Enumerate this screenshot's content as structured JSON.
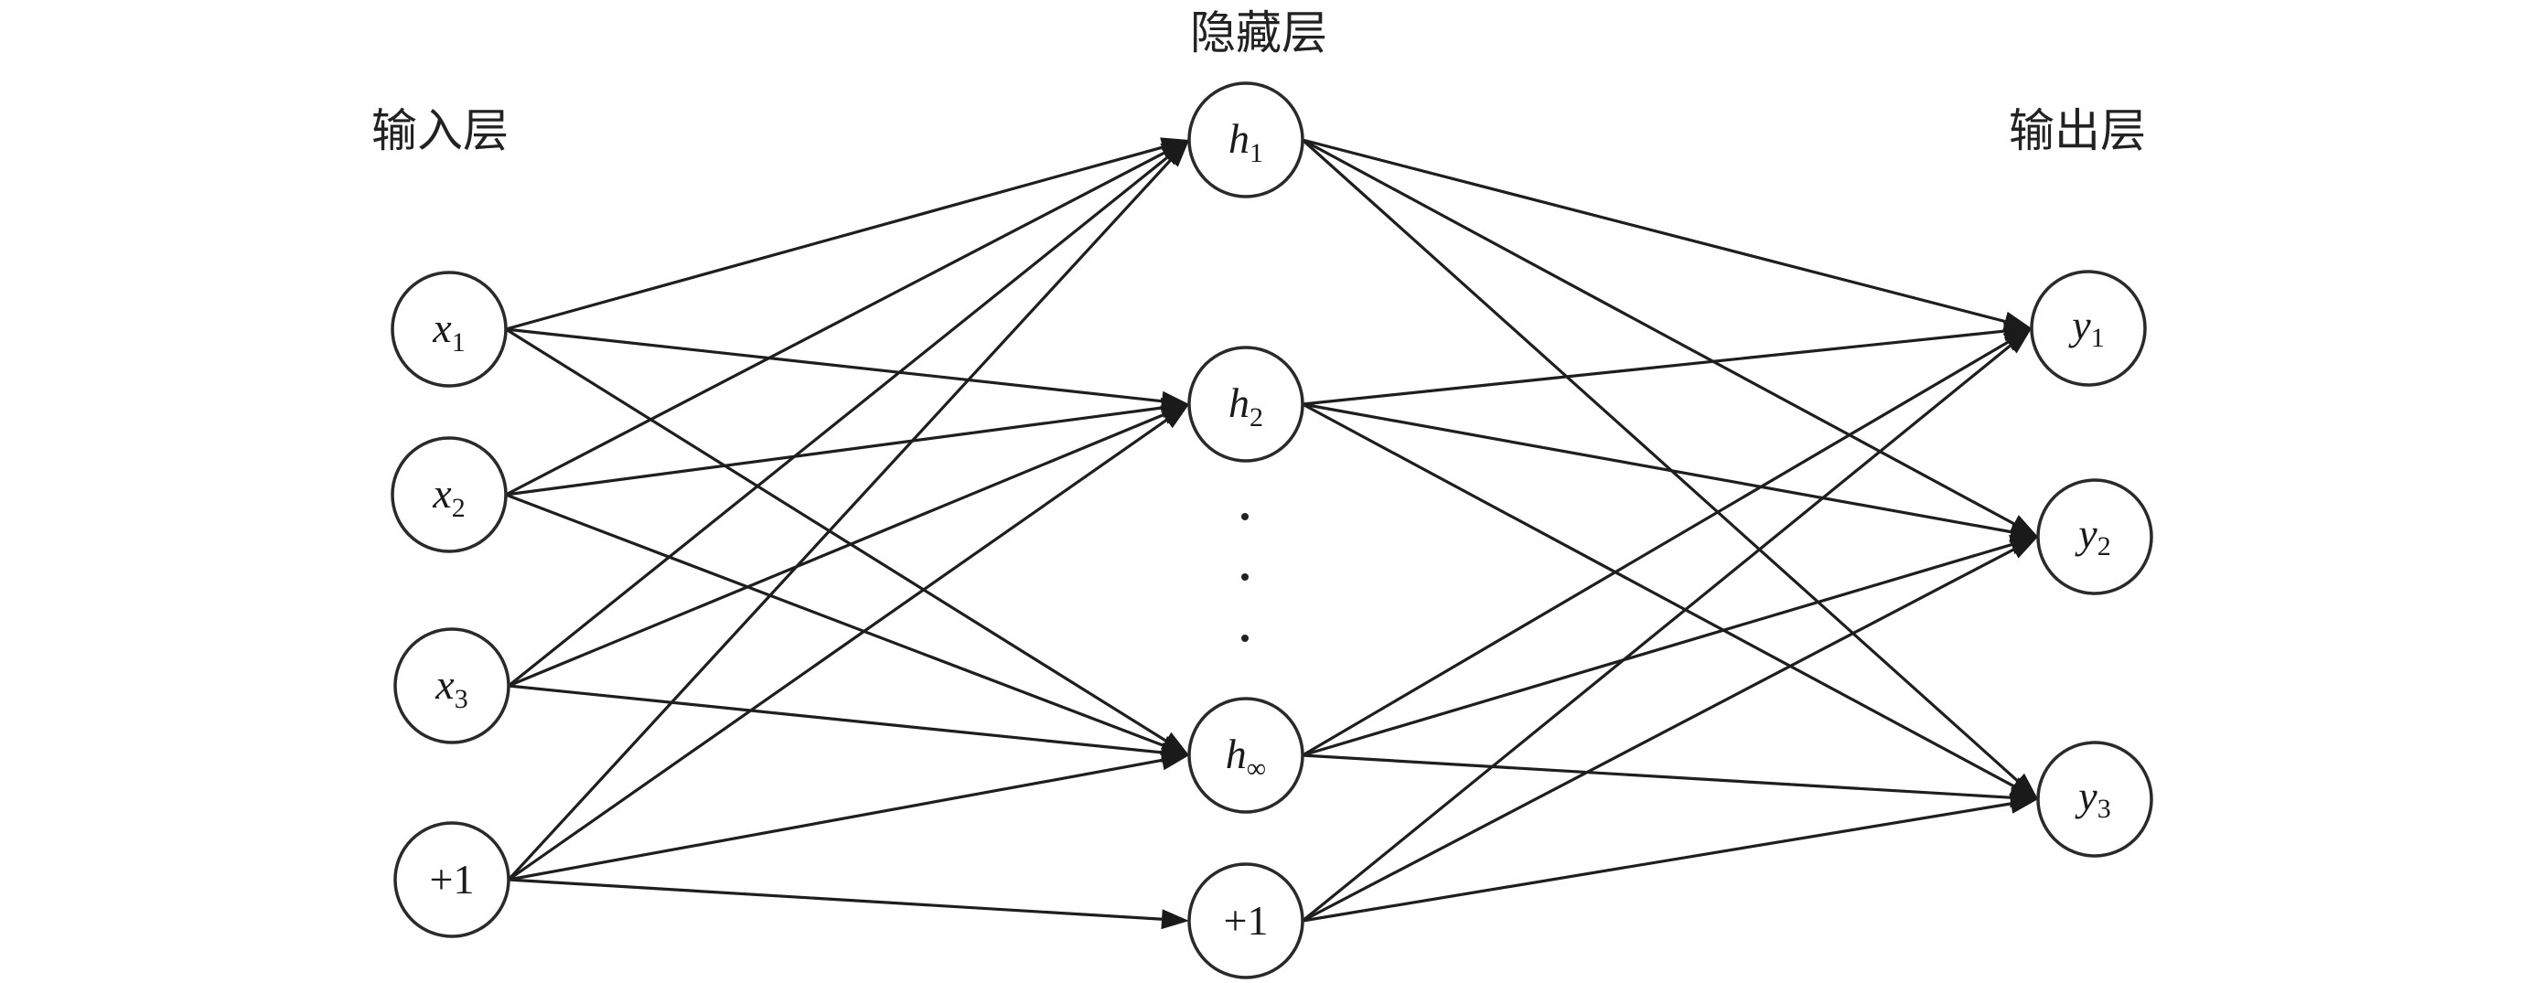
{
  "layers": [
    {
      "id": "input",
      "title": "输入层",
      "nodes": [
        {
          "id": "x1",
          "var": "x",
          "sub": "1"
        },
        {
          "id": "x2",
          "var": "x",
          "sub": "2"
        },
        {
          "id": "x3",
          "var": "x",
          "sub": "3"
        },
        {
          "id": "in_bias",
          "const": "+1"
        }
      ]
    },
    {
      "id": "hidden",
      "title": "隐藏层",
      "nodes": [
        {
          "id": "h1",
          "var": "h",
          "sub": "1"
        },
        {
          "id": "h2",
          "var": "h",
          "sub": "2"
        },
        {
          "id": "hinf",
          "var": "h",
          "sub": "∞"
        },
        {
          "id": "hid_bias",
          "const": "+1"
        }
      ],
      "ellipsis": "⋮"
    },
    {
      "id": "output",
      "title": "输出层",
      "nodes": [
        {
          "id": "y1",
          "var": "y",
          "sub": "1"
        },
        {
          "id": "y2",
          "var": "y",
          "sub": "2"
        },
        {
          "id": "y3",
          "var": "y",
          "sub": "3"
        }
      ]
    }
  ],
  "edges": [
    [
      "x1",
      "h1"
    ],
    [
      "x1",
      "h2"
    ],
    [
      "x1",
      "hinf"
    ],
    [
      "x2",
      "h1"
    ],
    [
      "x2",
      "h2"
    ],
    [
      "x2",
      "hinf"
    ],
    [
      "x3",
      "h1"
    ],
    [
      "x3",
      "h2"
    ],
    [
      "x3",
      "hinf"
    ],
    [
      "in_bias",
      "h1"
    ],
    [
      "in_bias",
      "h2"
    ],
    [
      "in_bias",
      "hinf"
    ],
    [
      "in_bias",
      "hid_bias"
    ],
    [
      "h1",
      "y1"
    ],
    [
      "h1",
      "y2"
    ],
    [
      "h1",
      "y3"
    ],
    [
      "h2",
      "y1"
    ],
    [
      "h2",
      "y2"
    ],
    [
      "h2",
      "y3"
    ],
    [
      "hinf",
      "y1"
    ],
    [
      "hinf",
      "y2"
    ],
    [
      "hinf",
      "y3"
    ],
    [
      "hid_bias",
      "y1"
    ],
    [
      "hid_bias",
      "y2"
    ],
    [
      "hid_bias",
      "y3"
    ]
  ],
  "colors": {
    "line": "#1e1e1e",
    "node_stroke": "#2a2a2a",
    "text": "#222222",
    "background": "#ffffff"
  }
}
